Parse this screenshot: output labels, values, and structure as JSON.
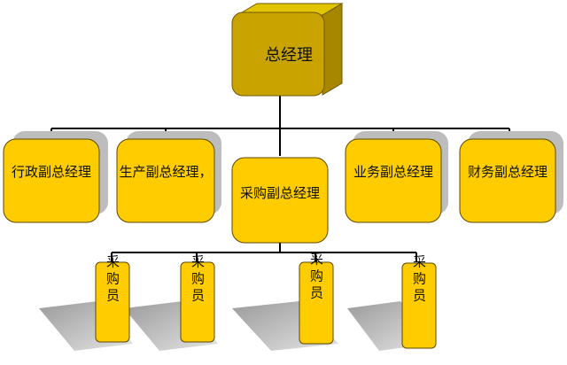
{
  "org_chart": {
    "top": {
      "label": "总经理"
    },
    "vice_presidents": [
      {
        "label": "行政副总经理"
      },
      {
        "label": "生产副总经理，"
      },
      {
        "label": "采购副总经理"
      },
      {
        "label": "业务副总经理"
      },
      {
        "label": "财务副总经理"
      }
    ],
    "purchasers": [
      {
        "label": "采购员"
      },
      {
        "label": "采购员"
      },
      {
        "label": "采购员"
      },
      {
        "label": "采购员"
      }
    ]
  },
  "colors": {
    "top_box": "#C9A400",
    "top_box_side": "#A78700",
    "top_box_top": "#E2C400",
    "box_fill": "#FFCC00",
    "box_stroke": "#5A4A00",
    "shadow": "#BDBDBD",
    "connector": "#000000"
  }
}
